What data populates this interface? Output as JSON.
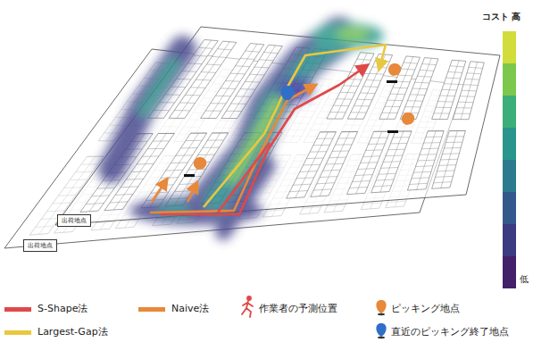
{
  "diagram": {
    "nodes": [
      {
        "text": [
          "出荷地点"
        ]
      },
      {
        "text": [
          "出荷地点"
        ]
      }
    ],
    "labels": [
      "コスト 高",
      "低"
    ],
    "legend": [
      {
        "text": "S-Shape法",
        "color": "#e04848"
      },
      {
        "text": "Naive法",
        "color": "#e8883a"
      },
      {
        "text": "作業者の予測位置"
      },
      {
        "text": "ピッキング地点"
      },
      {
        "text": "Largest-Gap法",
        "color": "#e8c840"
      },
      {
        "text": "直近のピッキング終了地点"
      }
    ]
  }
}
